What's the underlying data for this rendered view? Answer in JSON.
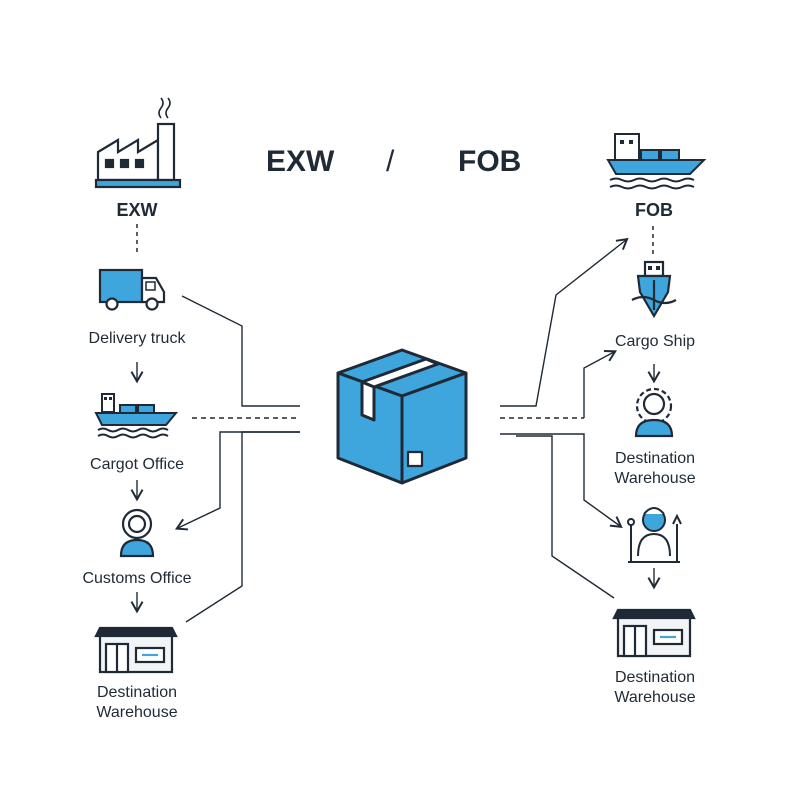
{
  "header": {
    "left_term": "EXW",
    "separator": "/",
    "right_term": "FOB"
  },
  "left_column": {
    "origin_label": "EXW",
    "steps": [
      {
        "label": "Delivery truck",
        "icon": "delivery-truck-icon"
      },
      {
        "label": "Cargot Office",
        "icon": "cargo-ship-icon"
      },
      {
        "label": "Customs Office",
        "icon": "customs-officer-icon"
      },
      {
        "label": "Destination\nWarehouse",
        "icon": "warehouse-icon"
      }
    ]
  },
  "right_column": {
    "origin_label": "FOB",
    "steps": [
      {
        "label": "Cargo Ship",
        "icon": "ship-bow-icon"
      },
      {
        "label": "Destination\nWarehouse",
        "icon": "worker-gear-icon"
      },
      {
        "label": "",
        "icon": "worker-tools-icon"
      },
      {
        "label": "Destination\nWarehouse",
        "icon": "warehouse-icon"
      }
    ]
  },
  "center": {
    "icon": "package-box-icon"
  },
  "colors": {
    "accent": "#3ea6dd",
    "ink": "#1f2a36",
    "light_gray": "#f2f4f6"
  }
}
